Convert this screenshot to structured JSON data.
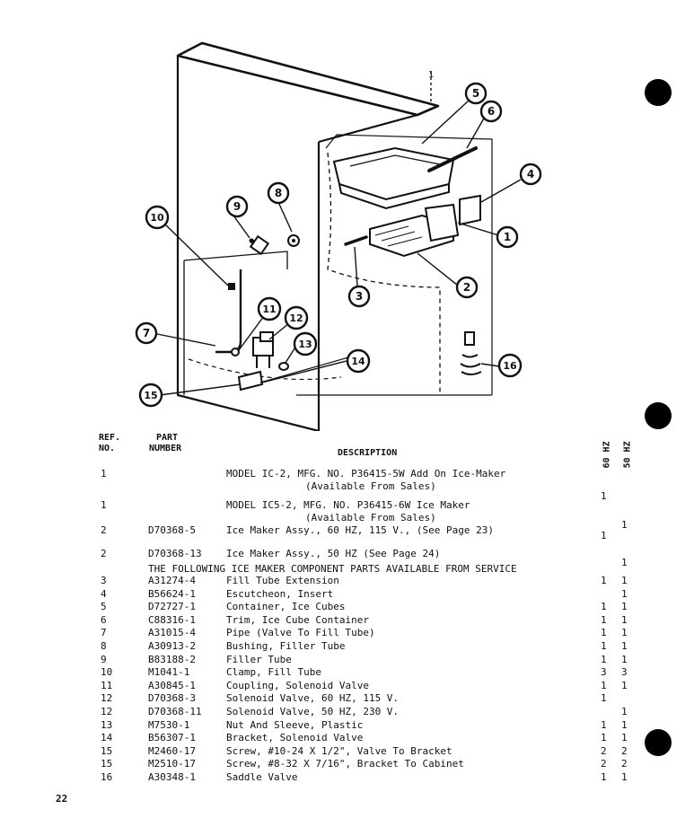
{
  "page_number": "22",
  "header": {
    "ref": "REF.",
    "no": "NO.",
    "part": "PART",
    "number": "NUMBER",
    "description": "DESCRIPTION",
    "hz60": "60 HZ",
    "hz50": "50 HZ"
  },
  "callouts": [
    "1",
    "2",
    "3",
    "4",
    "5",
    "6",
    "7",
    "8",
    "9",
    "10",
    "11",
    "12",
    "13",
    "14",
    "15",
    "16"
  ],
  "model_rows": [
    {
      "ref": "1",
      "part": "",
      "desc": "MODEL IC-2, MFG. NO. P36415-5W Add On Ice-Maker",
      "sub": "(Available From Sales)",
      "hz60": "1",
      "hz50": ""
    },
    {
      "ref": "1",
      "part": "",
      "desc": "MODEL IC5-2, MFG. NO. P36415-6W Ice Maker",
      "sub": "(Available From Sales)",
      "hz60": "",
      "hz50": "1"
    },
    {
      "ref": "2",
      "part": "D70368-5",
      "desc": "Ice Maker Assy., 60 HZ, 115 V., (See Page 23)",
      "sub": "",
      "hz60": "1",
      "hz50": ""
    },
    {
      "ref": "2",
      "part": "D70368-13",
      "desc": "Ice Maker Assy., 50 HZ (See Page 24)",
      "sub": "",
      "hz60": "",
      "hz50": "1"
    }
  ],
  "section_note": "THE FOLLOWING ICE MAKER COMPONENT PARTS AVAILABLE FROM SERVICE",
  "parts": [
    {
      "ref": "3",
      "part": "A31274-4",
      "desc": "Fill Tube Extension",
      "hz60": "1",
      "hz50": "1"
    },
    {
      "ref": "4",
      "part": "B56624-1",
      "desc": "Escutcheon, Insert",
      "hz60": "",
      "hz50": "1"
    },
    {
      "ref": "5",
      "part": "D72727-1",
      "desc": "Container, Ice Cubes",
      "hz60": "1",
      "hz50": "1"
    },
    {
      "ref": "6",
      "part": "C88316-1",
      "desc": "Trim, Ice Cube Container",
      "hz60": "1",
      "hz50": "1"
    },
    {
      "ref": "7",
      "part": "A31015-4",
      "desc": "Pipe (Valve To Fill Tube)",
      "hz60": "1",
      "hz50": "1"
    },
    {
      "ref": "8",
      "part": "A30913-2",
      "desc": "Bushing, Filler Tube",
      "hz60": "1",
      "hz50": "1"
    },
    {
      "ref": "9",
      "part": "B83188-2",
      "desc": "Filler Tube",
      "hz60": "1",
      "hz50": "1"
    },
    {
      "ref": "10",
      "part": "M1041-1",
      "desc": "Clamp, Fill Tube",
      "hz60": "3",
      "hz50": "3"
    },
    {
      "ref": "11",
      "part": "A30845-1",
      "desc": "Coupling, Solenoid Valve",
      "hz60": "1",
      "hz50": "1"
    },
    {
      "ref": "12",
      "part": "D70368-3",
      "desc": "Solenoid Valve, 60 HZ, 115 V.",
      "hz60": "1",
      "hz50": ""
    },
    {
      "ref": "12",
      "part": "D70368-11",
      "desc": "Solenoid Valve, 50 HZ, 230 V.",
      "hz60": "",
      "hz50": "1"
    },
    {
      "ref": "13",
      "part": "M7530-1",
      "desc": "Nut And Sleeve, Plastic",
      "hz60": "1",
      "hz50": "1"
    },
    {
      "ref": "14",
      "part": "B56307-1",
      "desc": "Bracket, Solenoid Valve",
      "hz60": "1",
      "hz50": "1"
    },
    {
      "ref": "15",
      "part": "M2460-17",
      "desc": "Screw, #10-24 X 1/2\", Valve To Bracket",
      "hz60": "2",
      "hz50": "2"
    },
    {
      "ref": "15",
      "part": "M2510-17",
      "desc": "Screw, #8-32 X 7/16\", Bracket To Cabinet",
      "hz60": "2",
      "hz50": "2"
    },
    {
      "ref": "16",
      "part": "A30348-1",
      "desc": "Saddle Valve",
      "hz60": "1",
      "hz50": "1"
    }
  ]
}
